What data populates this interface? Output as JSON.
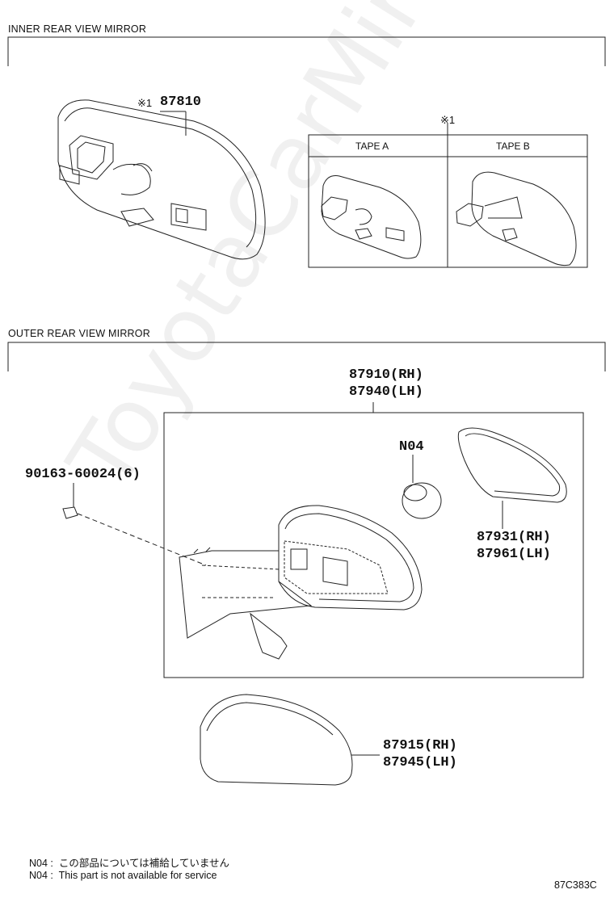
{
  "sections": {
    "inner_title": "INNER REAR VIEW MIRROR",
    "outer_title": "OUTER REAR VIEW MIRROR"
  },
  "inner": {
    "part_ref_mark": "※1",
    "part_number": "87810",
    "tape_ref_mark": "※1",
    "tape_a": "TAPE A",
    "tape_b": "TAPE B"
  },
  "outer": {
    "assembly_rh": "87910(RH)",
    "assembly_lh": "87940(LH)",
    "screw": "90163-60024(6)",
    "n04": "N04",
    "glass_rh": "87931(RH)",
    "glass_lh": "87961(LH)",
    "cover_rh": "87915(RH)",
    "cover_lh": "87945(LH)"
  },
  "footnotes": {
    "jp": "N04 :  この部品については補給していません",
    "en": "N04 :  This part is not available for service"
  },
  "diagram_code": "87C383C",
  "watermark": "ToyotaCarMine.ru"
}
